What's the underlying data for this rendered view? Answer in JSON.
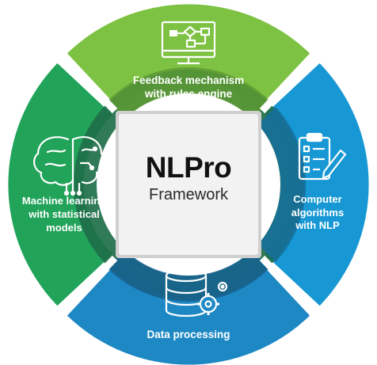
{
  "center": {
    "title": "NLPro",
    "subtitle": "Framework"
  },
  "segments": {
    "top": {
      "label_lines": [
        "Feedback mechanism",
        "with rules engine"
      ],
      "icon": "flowchart-monitor-icon",
      "color": "#7dc242"
    },
    "right": {
      "label_lines": [
        "Computer",
        "algorithms",
        "with NLP"
      ],
      "icon": "clipboard-checklist-icon",
      "color": "#1e9ad6"
    },
    "bottom": {
      "label_lines": [
        "Data processing"
      ],
      "icon": "database-gear-icon",
      "color": "#1e8dc8"
    },
    "left": {
      "label_lines": [
        "Machine learning",
        "with statistical",
        "models"
      ],
      "icon": "brain-circuit-icon",
      "color": "#23a45a"
    }
  },
  "colors": {
    "inner_ring": "#1c6b46",
    "center_box": "#f2f2f2",
    "gap": "#d9d9d9"
  }
}
